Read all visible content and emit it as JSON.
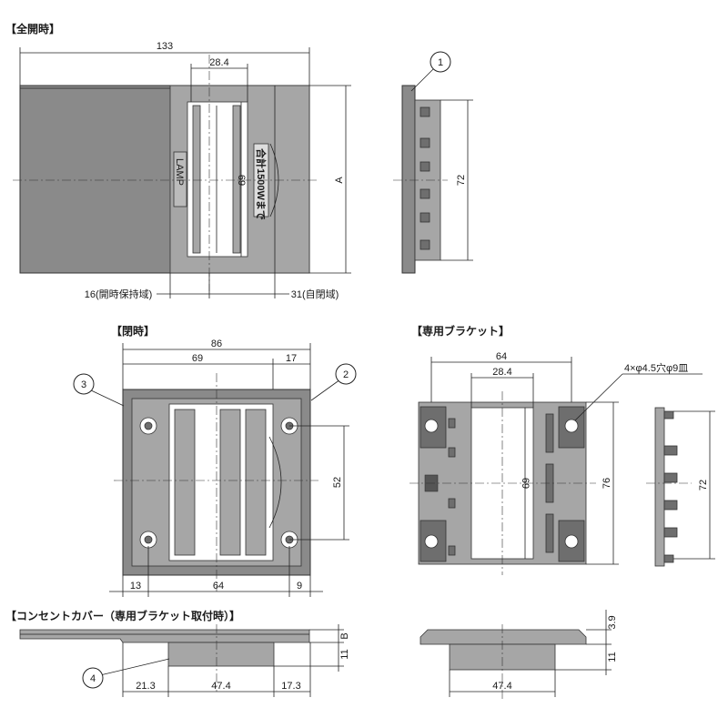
{
  "titles": {
    "full_open": "【全開時】",
    "closed": "【閉時】",
    "bracket": "【専用ブラケット】",
    "outlet_cover": "【コンセントカバー（専用ブラケット取付時）】"
  },
  "full_open": {
    "dim_width": "133",
    "dim_opening": "28.4",
    "dim_height_a": "A",
    "dim_inner": "69",
    "dim_side": "72",
    "dim_hold": "16(開時保持域)",
    "dim_self_close": "31(自閉域)",
    "label_lamp": "LAMP",
    "label_rating": "合計1500Wまで"
  },
  "closed": {
    "dim_total": "86",
    "dim_left": "69",
    "dim_right": "17",
    "dim_vertical": "52",
    "dim_bottom_left": "13",
    "dim_bottom_mid": "64",
    "dim_bottom_right": "9"
  },
  "bracket": {
    "dim_outer": "64",
    "dim_inner": "28.4",
    "dim_inner_h": "69",
    "dim_height": "76",
    "dim_side": "72",
    "hole_note": "4×φ4.5穴φ9皿"
  },
  "outlet_cover": {
    "dim_b": "B",
    "dim_11": "11",
    "dim_left": "21.3",
    "dim_mid": "47.4",
    "dim_right": "17.3",
    "side_dim_top": "3.9",
    "side_dim_11": "11",
    "side_dim_width": "47.4"
  },
  "callouts": [
    "1",
    "2",
    "3",
    "4"
  ]
}
